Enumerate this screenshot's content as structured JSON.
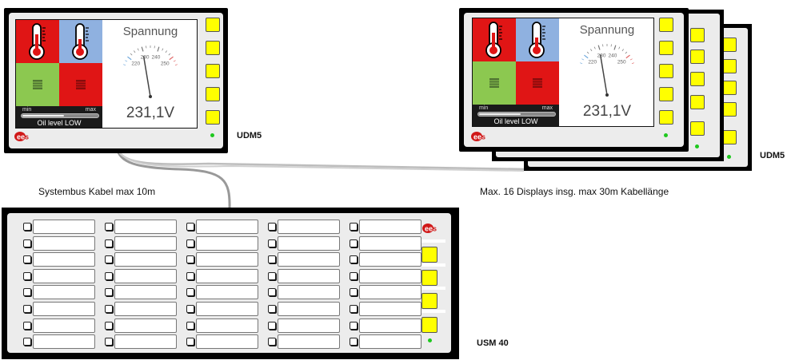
{
  "colors": {
    "tile_red": "#e01515",
    "tile_blue": "#8fb1e0",
    "tile_green": "#8cc850",
    "button_yellow": "#ffff00",
    "led_green": "#1ec81e",
    "cable_gray": "#a0a0a0"
  },
  "udm_display": {
    "gauge_title": "Spannung",
    "gauge_value": "231,1V",
    "gauge_ticks": [
      "220",
      "230",
      "240",
      "250"
    ],
    "gauge_needle_value": 230,
    "gauge_range": [
      215,
      255
    ],
    "oil_min": "min",
    "oil_max": "max",
    "oil_label": "Oil level LOW",
    "oil_level_fraction": 0.55,
    "icons": [
      "thermometer-icon",
      "thermometer-icon",
      "pattern-icon",
      "pattern-icon"
    ]
  },
  "labels": {
    "udm_left": "UDM5",
    "udm_right": "UDM5",
    "usm": "USM 40",
    "cable_caption": "Systembus Kabel max 10m",
    "displays_caption": "Max. 16 Displays insg. max 30m Kabellänge"
  },
  "usm_grid": {
    "columns": 5,
    "rows": 8
  }
}
